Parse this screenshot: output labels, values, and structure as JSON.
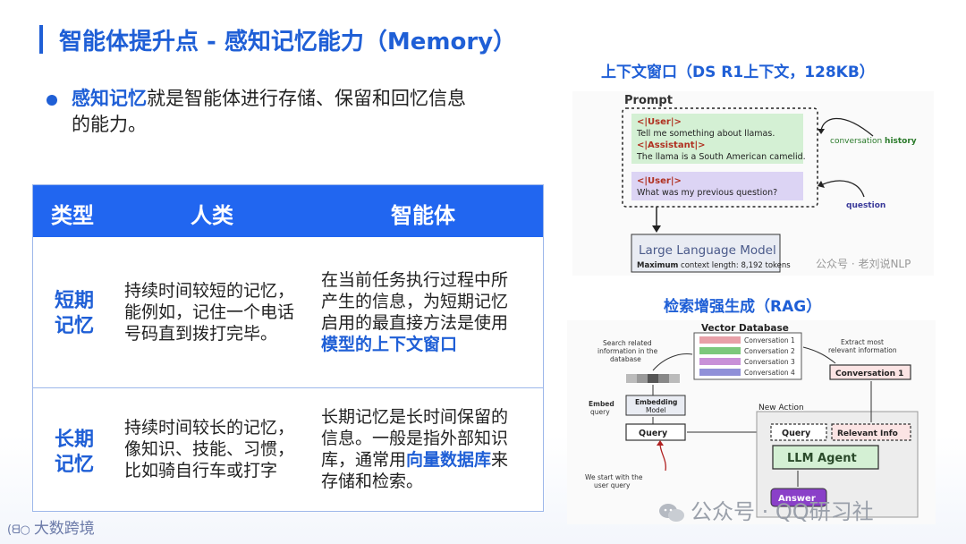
{
  "title": "智能体提升点 - 感知记忆能力（Memory）",
  "bullet": {
    "highlight": "感知记忆",
    "rest_line1": "就是智能体进行存储、保留和回忆信息",
    "line2": "的能力。"
  },
  "table": {
    "headers": [
      "类型",
      "人类",
      "智能体"
    ],
    "rows": [
      {
        "type_line1": "短期",
        "type_line2": "记忆",
        "human": [
          "持续时间较短的记忆，",
          "能例如，记住一个电话",
          "号码直到拨打完毕。"
        ],
        "agent": [
          "在当前任务执行过程中所",
          "产生的信息，为短期记忆",
          "启用的最直接方法是使用"
        ],
        "agent_highlight": "模型的上下文窗口"
      },
      {
        "type_line1": "长期",
        "type_line2": "记忆",
        "human": [
          "持续时间较长的记忆，",
          "像知识、技能、习惯，",
          "比如骑自行车或打字"
        ],
        "agent": [
          "长期记忆是长时间保留的",
          "信息。一般是指外部知识",
          "库，通常用"
        ],
        "agent_highlight": "向量数据库",
        "agent_after": "来",
        "agent_last": "存储和检索。"
      }
    ]
  },
  "right_top": {
    "title": "上下文窗口（DS R1上下文，128KB）",
    "diagram": {
      "prompt_label": "Prompt",
      "user_tag": "<|User|>",
      "user_msg1": "Tell me something about llamas.",
      "assistant_tag": "<|Assistant|>",
      "assistant_msg": "The llama is a South American camelid.",
      "user_msg2": "What was my previous question?",
      "conv_label_a": "conversation ",
      "conv_label_b": "history",
      "question_label": "question",
      "llm_title": "Large Language Model",
      "llm_sub_a": "Maximum",
      "llm_sub_b": " context length: 8,192 tokens"
    },
    "watermark": "公众号 · 老刘说NLP"
  },
  "right_bottom": {
    "title": "检索增强生成（RAG）",
    "diagram": {
      "vdb_title": "Vector Database",
      "conversations": [
        "Conversation 1",
        "Conversation 2",
        "Conversation 3",
        "Conversation 4"
      ],
      "search_related": [
        "Search related",
        "information in the",
        "database"
      ],
      "extract": [
        "Extract most",
        "relevant information"
      ],
      "conversation1_box": "Conversation 1",
      "embed_query": [
        "Embed",
        "query"
      ],
      "embedding_model": [
        "Embedding",
        "Model"
      ],
      "query": "Query",
      "new_action": "New Action",
      "relevant_info": "Relevant Info",
      "llm_agent": "LLM Agent",
      "answer": "Answer",
      "start_note": [
        "We start with the",
        "user query"
      ]
    }
  },
  "footer": {
    "logo_mark": "(ᗺ○",
    "logo_text": "大数跨境",
    "wechat": "公众号 · QQ研习社"
  }
}
